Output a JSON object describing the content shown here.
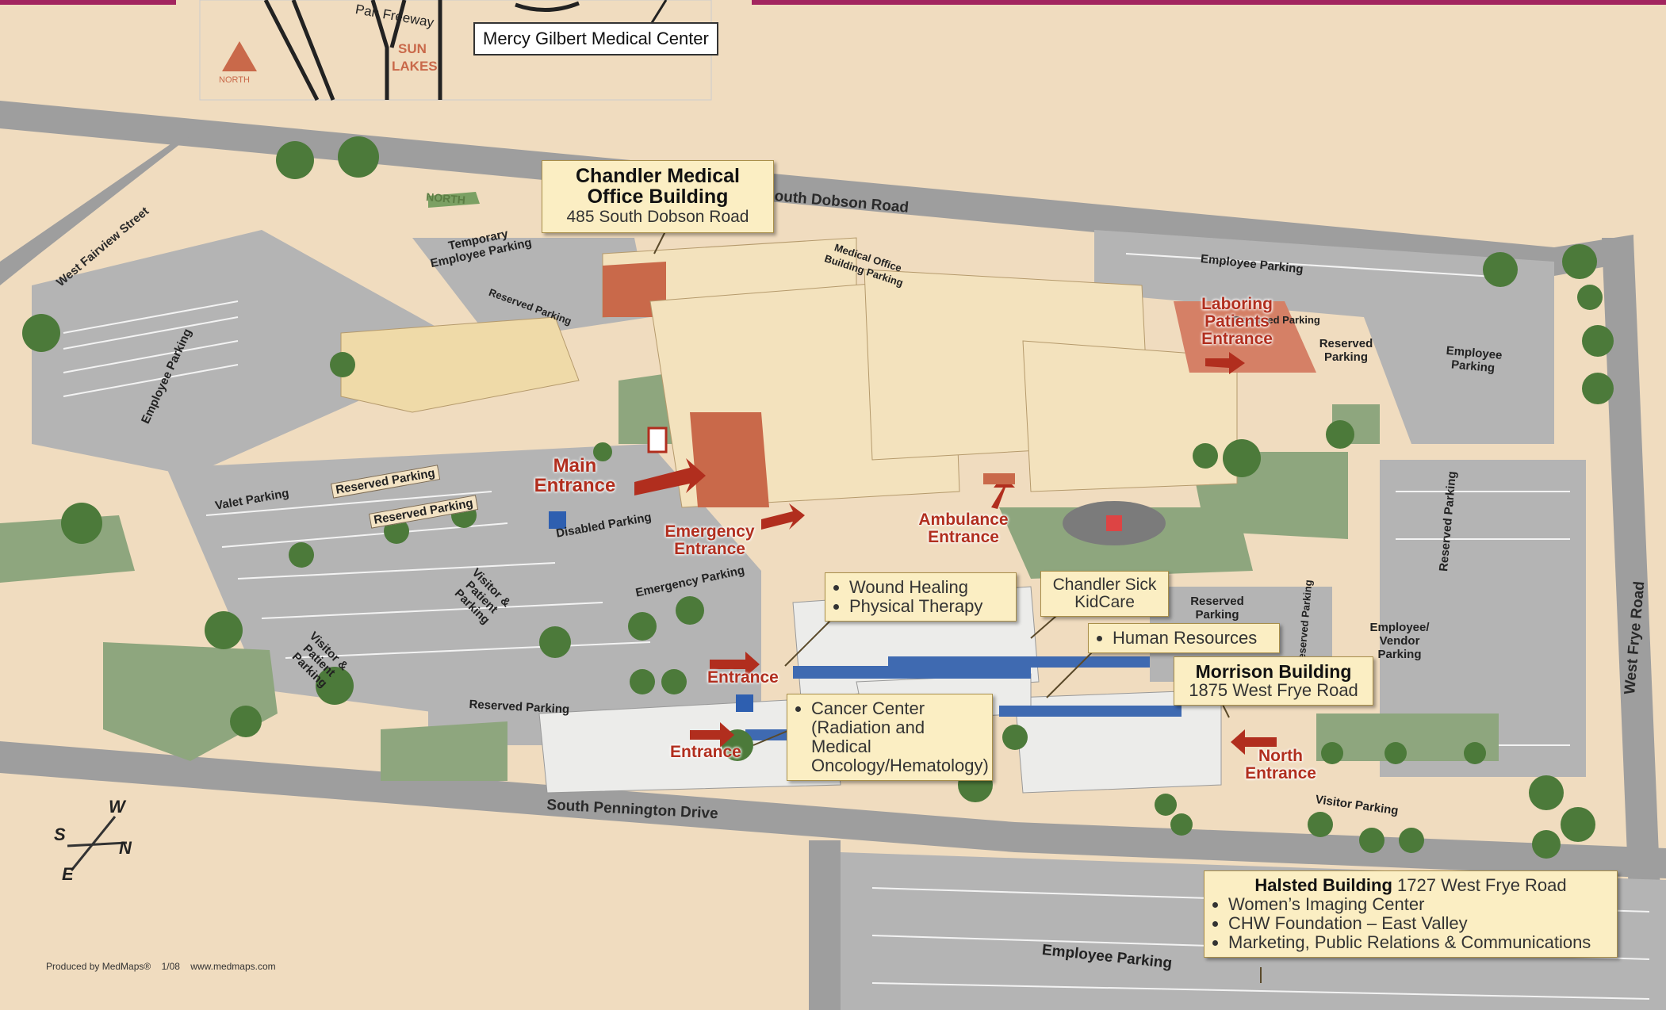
{
  "inset": {
    "freeway_label": "Pan Freeway",
    "north_label": "NORTH",
    "sun_lakes_line1": "SUN",
    "sun_lakes_line2": "LAKES",
    "center_label": "Mercy Gilbert Medical Center"
  },
  "map_north": "NORTH",
  "roads": {
    "south_dobson": "South Dobson Road",
    "west_fairview": "West Fairview Street",
    "south_pennington": "South Pennington Drive",
    "west_frye": "West Frye Road"
  },
  "parking": {
    "temporary_employee": "Temporary Employee Parking",
    "medical_office": "Medical Office Building Parking",
    "employee_top": "Employee Parking",
    "reserved_diag": "Reserved Parking",
    "employee_left": "Employee Parking",
    "valet": "Valet Parking",
    "reserved_box1": "Reserved Parking",
    "reserved_box2": "Reserved Parking",
    "disabled": "Disabled Parking",
    "visitor_patient_1": "Visitor & Patient Parking",
    "visitor_patient_2": "Visitor & Patient Parking",
    "emergency": "Emergency Parking",
    "reserved_bottom_left": "Reserved Parking",
    "reserved_right": "Reserved Parking",
    "employee_right": "Employee Parking",
    "reserved_mid": "Reserved Parking",
    "reserved_vertical": "Reserved Parking",
    "reserved_vertical2": "Reserved Parking",
    "employee_vendor": "Employee/ Vendor Parking",
    "visitor_bottom": "Visitor Parking",
    "employee_bottom": "Employee Parking",
    "reserved_small": "Reserved Parking"
  },
  "entrances": {
    "main": "Main Entrance",
    "emergency": "Emergency Entrance",
    "ambulance": "Ambulance Entrance",
    "laboring": "Laboring Patients Entrance",
    "entrance_upper": "Entrance",
    "entrance_lower": "Entrance",
    "north": "North Entrance"
  },
  "callouts": {
    "chandler_title": "Chandler Medical Office Building",
    "chandler_address": "485 South Dobson Road",
    "wound_items": [
      "Wound Healing",
      "Physical Therapy"
    ],
    "kidcare": "Chandler Sick KidCare",
    "hr_items": [
      "Human Resources"
    ],
    "morrison_title": "Morrison Building",
    "morrison_address": "1875 West Frye Road",
    "cancer_items": [
      "Cancer Center (Radiation and Medical Oncology/Hematology)"
    ],
    "halsted_title": "Halsted Building",
    "halsted_address": "1727 West Frye Road",
    "halsted_items": [
      "Women’s Imaging Center",
      "CHW Foundation – East Valley",
      "Marketing, Public Relations & Communications"
    ]
  },
  "compass": {
    "w": "W",
    "s": "S",
    "n": "N",
    "e": "E"
  },
  "credit": {
    "producer": "Produced by MedMaps®",
    "date": "1/08",
    "url": "www.medmaps.com"
  },
  "colors": {
    "ground": "#f0dcbf",
    "road": "#9e9e9e",
    "lot": "#b4b4b4",
    "grass": "#8ea67e",
    "building": "#f3e2bd",
    "brick": "#c9694a",
    "accent_red": "#b12e1e",
    "topbar": "#a3255f",
    "callout": "#fbeec3"
  }
}
